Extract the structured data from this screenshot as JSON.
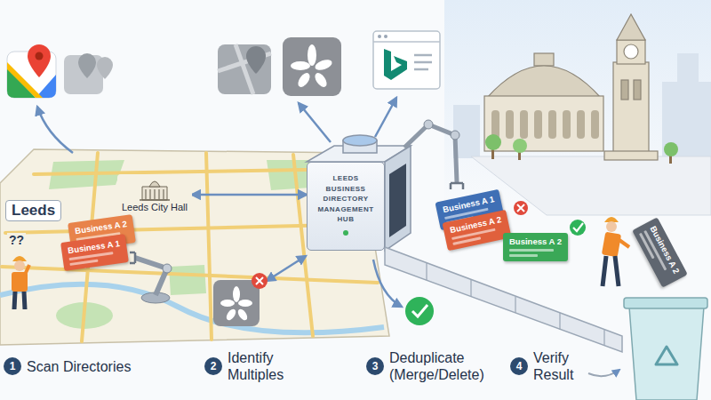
{
  "diagram": {
    "nodes": [
      {
        "text": [
          "Leeds City Hall"
        ]
      },
      {
        "text": [
          "Business A 2"
        ]
      },
      {
        "text": [
          "Business A 1"
        ]
      },
      {
        "text": [
          "LEEDS BUSINESS DIRECTORY MANAGEMENT HUB"
        ]
      },
      {
        "text": [
          "Business A 1"
        ]
      },
      {
        "text": [
          "Business A 2"
        ]
      },
      {
        "text": [
          "Business A 2"
        ]
      },
      {
        "text": [
          "Business A 2"
        ]
      },
      {
        "text": [
          "1",
          "Scan Directories"
        ]
      },
      {
        "text": [
          "2",
          "Identify Multiples"
        ]
      },
      {
        "text": [
          "3",
          "Deduplicate (Merge/Delete)"
        ]
      },
      {
        "text": [
          "4",
          "Verify Result"
        ]
      }
    ],
    "edges": [
      {
        "from": 0,
        "to": 3,
        "arrow": "both"
      }
    ],
    "labels": [
      "Leeds",
      "??"
    ]
  }
}
